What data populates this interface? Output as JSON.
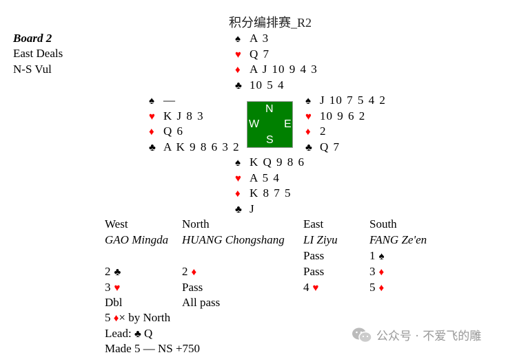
{
  "title": "积分编排赛_R2",
  "board": {
    "name": "Board 2",
    "dealer": "East Deals",
    "vul": "N-S Vul"
  },
  "suits": {
    "spade": "♠",
    "heart": "♥",
    "diamond": "♦",
    "club": "♣"
  },
  "colors": {
    "red": "#ff0000",
    "table_green": "#008000"
  },
  "hands": {
    "north": {
      "spades": "A 3",
      "hearts": "Q 7",
      "diamonds": "A J 10 9 4 3",
      "clubs": "10 5 4"
    },
    "west": {
      "spades": "—",
      "hearts": "K J 8 3",
      "diamonds": "Q 6",
      "clubs": "A K 9 8 6 3 2"
    },
    "east": {
      "spades": "J 10 7 5 4 2",
      "hearts": "10 9 6 2",
      "diamonds": "2",
      "clubs": "Q 7"
    },
    "south": {
      "spades": "K Q 9 8 6",
      "hearts": "A 5 4",
      "diamonds": "K 8 7 5",
      "clubs": "J"
    }
  },
  "compass": {
    "n": "N",
    "w": "W",
    "e": "E",
    "s": "S"
  },
  "auction": {
    "headers": [
      "West",
      "North",
      "East",
      "South"
    ],
    "players": [
      "GAO Mingda",
      "HUANG Chongshang",
      "LI Ziyu",
      "FANG Ze'en"
    ],
    "rows": [
      [
        {
          "t": ""
        },
        {
          "t": ""
        },
        {
          "t": "Pass"
        },
        {
          "t": "1",
          "s": "♠",
          "red": false
        }
      ],
      [
        {
          "t": "2",
          "s": "♣",
          "red": false
        },
        {
          "t": "2",
          "s": "♦",
          "red": true
        },
        {
          "t": "Pass"
        },
        {
          "t": "3",
          "s": "♦",
          "red": true
        }
      ],
      [
        {
          "t": "3",
          "s": "♥",
          "red": true
        },
        {
          "t": "Pass"
        },
        {
          "t": "4",
          "s": "♥",
          "red": true
        },
        {
          "t": "5",
          "s": "♦",
          "red": true
        }
      ],
      [
        {
          "t": "Dbl"
        },
        {
          "t": "All pass"
        },
        {
          "t": ""
        },
        {
          "t": ""
        }
      ]
    ]
  },
  "contract": {
    "level": "5",
    "suit": "♦",
    "rest": "× by North"
  },
  "lead": {
    "label": "Lead:",
    "suit": "♣",
    "card": "Q"
  },
  "result": "Made 5 — NS +750",
  "watermark": "公众号 · 不爱飞的雕"
}
